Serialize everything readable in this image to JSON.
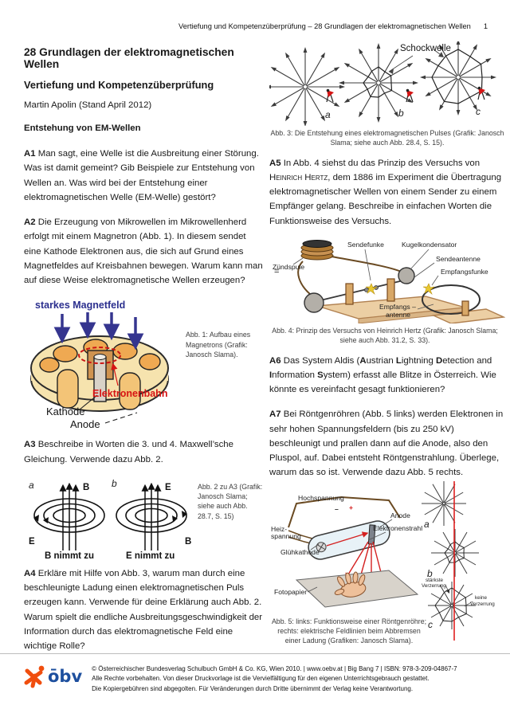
{
  "colors": {
    "label_blue": "#2b2f8e",
    "label_red": "#d61414",
    "shock_red": "#e02020",
    "figure_tan": "#f6e3ae",
    "figure_orange": "#efa952",
    "wood": "#eccfa4",
    "oebv_orange": "#f04e0e",
    "oebv_blue": "#1d4f9e"
  },
  "header": {
    "text": "Vertiefung und Kompetenzüberprüfung –  28 Grundlagen der elektromagnetischen Wellen",
    "page_number": "1"
  },
  "intro": {
    "title": "28 Grundlagen der elektromagnetischen Wellen",
    "subtitle": "Vertiefung und Kompetenzüberprüfung",
    "author": "Martin Apolin (Stand April 2012)",
    "section_heading": "Entstehung von EM-Wellen"
  },
  "questions": {
    "a1": {
      "label": "A1",
      "text": "Man sagt, eine Welle ist die Ausbreitung einer Störung. Was ist damit gemeint? Gib Beispiele zur Entstehung von Wellen an. Was wird bei der Entstehung einer elektromagnetischen Welle (EM-Welle) gestört?"
    },
    "a2": {
      "label": "A2",
      "text": "Die Erzeugung von Mikrowellen im Mikrowellenherd erfolgt mit einem Magnetron (Abb. 1). In diesem sendet eine Kathode Elektronen aus, die sich auf Grund eines Magnetfeldes auf Kreisbahnen bewegen. Warum kann man auf diese Weise elektromagnetische Wellen erzeugen?"
    },
    "a3": {
      "label": "A3",
      "text": "Beschreibe in Worten die 3. und 4. Maxwell’sche Gleichung. Verwende dazu Abb. 2."
    },
    "a4": {
      "label": "A4",
      "text": "Erkläre mit Hilfe von Abb. 3, warum man durch eine beschleunigte Ladung einen elektromagnetischen Puls erzeugen kann. Verwende für deine Erklärung auch Abb. 2. Warum spielt die endliche Ausbreitungsgeschwindigkeit der Information durch das elektromagnetische Feld eine wichtige Rolle?"
    },
    "a5": {
      "label": "A5",
      "pre": "In Abb. 4 siehst du das Prinzip des Versuchs von ",
      "name": "Heinrich Hertz",
      "post": ", dem 1886 im Experiment die Übertragung elektromagnetischer Wellen von einem Sender zu einem Empfänger gelang. Beschreibe in einfachen Worten die Funktionsweise des Versuchs."
    },
    "a6": {
      "label": "A6",
      "segments": [
        {
          "t": "Das System Aldis ("
        },
        {
          "t": "A",
          "b": true
        },
        {
          "t": "ustrian "
        },
        {
          "t": "L",
          "b": true
        },
        {
          "t": "ightning "
        },
        {
          "t": "D",
          "b": true
        },
        {
          "t": "etection and "
        },
        {
          "t": "I",
          "b": true
        },
        {
          "t": "nformation "
        },
        {
          "t": "S",
          "b": true
        },
        {
          "t": "ystem) erfasst alle Blitze in Österreich. Wie könnte es vereinfacht gesagt funktionieren?"
        }
      ]
    },
    "a7": {
      "label": "A7",
      "text": "Bei Röntgenröhren (Abb. 5 links) werden Elektronen in sehr hohen Spannungsfeldern (bis zu 250 kV) beschleunigt und prallen dann auf die Anode, also den Pluspol, auf. Dabei entsteht Röntgenstrahlung. Überlege, warum das so ist. Verwende dazu Abb. 5 rechts."
    }
  },
  "figures": {
    "fig1": {
      "caption": "Abb. 1: Aufbau eines Magnetrons (Grafik: Janosch Slama).",
      "labels": {
        "magnetfeld": "starkes Magnetfeld",
        "elektronenbahn": "Elektronenbahn",
        "kathode": "Kathode",
        "anode": "Anode"
      }
    },
    "fig2": {
      "caption": "Abb. 2 zu A3 (Grafik: Janosch Slama; siehe auch Abb. 28.7, S. 15)",
      "labels": {
        "sub_a": "a",
        "sub_b": "b",
        "a_arrows": "B",
        "a_rings": "E",
        "b_arrows": "E",
        "b_rings": "B",
        "a_caption": "B nimmt zu",
        "b_caption": "E nimmt zu"
      }
    },
    "fig3": {
      "caption": "Abb. 3: Die Entstehung eines elektromagnetischen Pulses (Grafik: Janosch Slama; siehe auch Abb. 28.4, S. 15).",
      "labels": {
        "schockwelle": "Schockwelle",
        "a": "a",
        "b": "b",
        "c": "c"
      }
    },
    "fig4": {
      "caption": "Abb. 4: Prinzip des Versuchs von Heinrich Hertz (Grafik: Janosch Slama; siehe auch Abb. 31.2, S. 33).",
      "labels": {
        "equals": "=",
        "zuendspule": "Zündspule",
        "sendefunke": "Sendefunke",
        "kugelkondensator": "Kugelkondensator",
        "sendeantenne": "Sendeantenne",
        "empfangsfunke": "Empfangsfunke",
        "empfangsantenne_1": "Empfangs –",
        "empfangsantenne_2": "antenne"
      }
    },
    "fig5": {
      "caption": "Abb. 5: links: Funktionsweise einer Röntgenröhre; rechts: elektrische Feldlinien beim Abbremsen einer Ladung (Grafiken: Janosch Slama).",
      "labels": {
        "hochspannung": "Hochspannung",
        "plus": "+",
        "minus": "–",
        "heiz_1": "Heiz-",
        "heiz_2": "spannung",
        "gluehkathode": "Glühkathode",
        "fotopapier": "Fotopapier",
        "anode": "Anode",
        "elektronenstrahl": "Elektronenstrahl",
        "a": "a",
        "b": "b",
        "c": "c",
        "staerkste_1": "stärkste",
        "staerkste_2": "Verzerrung",
        "keine_1": "keine",
        "keine_2": "Verzerrung"
      }
    }
  },
  "footer": {
    "logo_text": "ōbv",
    "line1": "© Österreichischer Bundesverlag Schulbuch GmbH & Co. KG, Wien 2010. | www.oebv.at | Big Bang 7 | ISBN: 978-3-209-04867-7",
    "line2": "Alle Rechte vorbehalten. Von dieser Druckvorlage ist die Vervielfältigung für den eigenen Unterrichtsgebrauch gestattet.",
    "line3": "Die Kopiergebühren sind abgegolten. Für Veränderungen durch Dritte übernimmt der Verlag keine Verantwortung."
  }
}
